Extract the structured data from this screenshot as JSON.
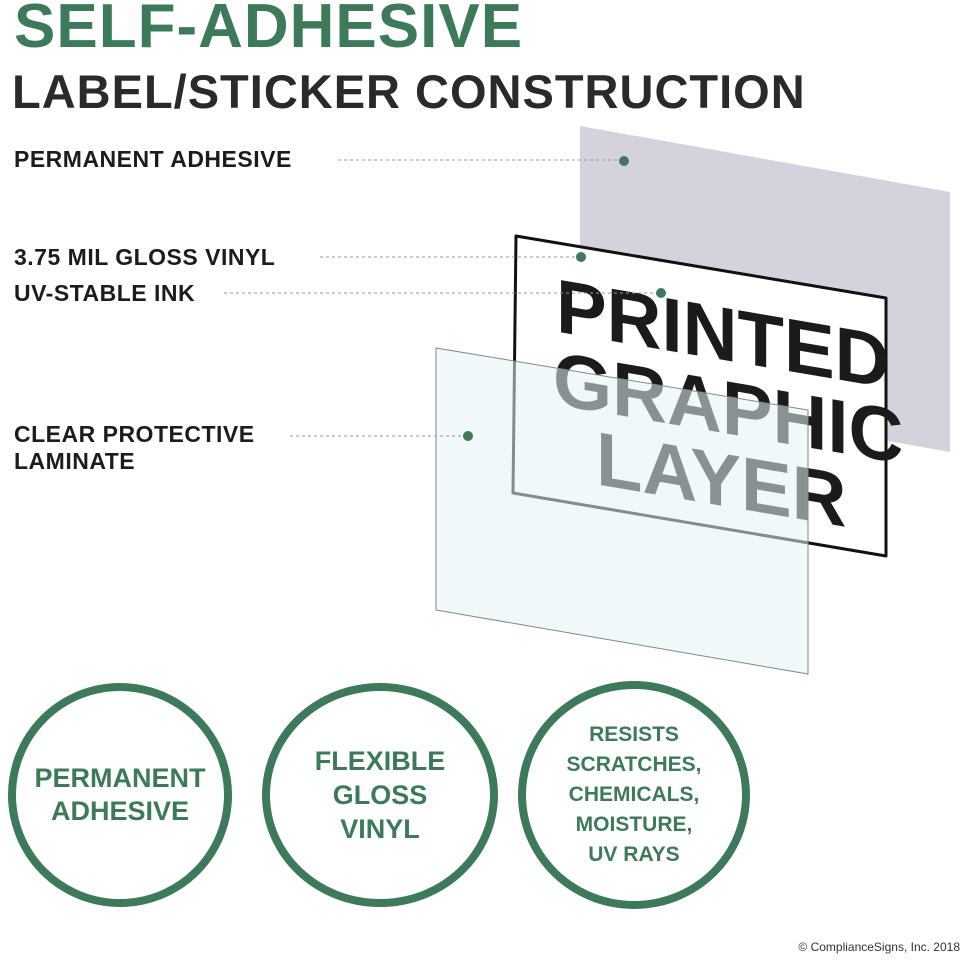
{
  "title": {
    "line1": "SELF-ADHESIVE",
    "line2": "LABEL/STICKER CONSTRUCTION"
  },
  "layers": [
    {
      "name": "PERMANENT ADHESIVE"
    },
    {
      "name": "3.75 MIL GLOSS VINYL"
    },
    {
      "name": "UV-STABLE INK"
    },
    {
      "name": "CLEAR PROTECTIVE\nLAMINATE"
    }
  ],
  "graphic_text": {
    "line1": "PRINTED",
    "line2": "GRAPHIC",
    "line3": "LAYER"
  },
  "features": [
    {
      "text": "PERMANENT\nADHESIVE"
    },
    {
      "text": "FLEXIBLE\nGLOSS\nVINYL"
    },
    {
      "text": "RESISTS\nSCRATCHES,\nCHEMICALS,\nMOISTURE,\nUV RAYS"
    }
  ],
  "copyright": "© ComplianceSigns, Inc. 2018",
  "colors": {
    "brand_green": "#3d7a5a",
    "dark_text": "#2a2a2a",
    "adhesive_layer": "#d4d2dc",
    "laminate_layer": "#e4f3f6"
  }
}
